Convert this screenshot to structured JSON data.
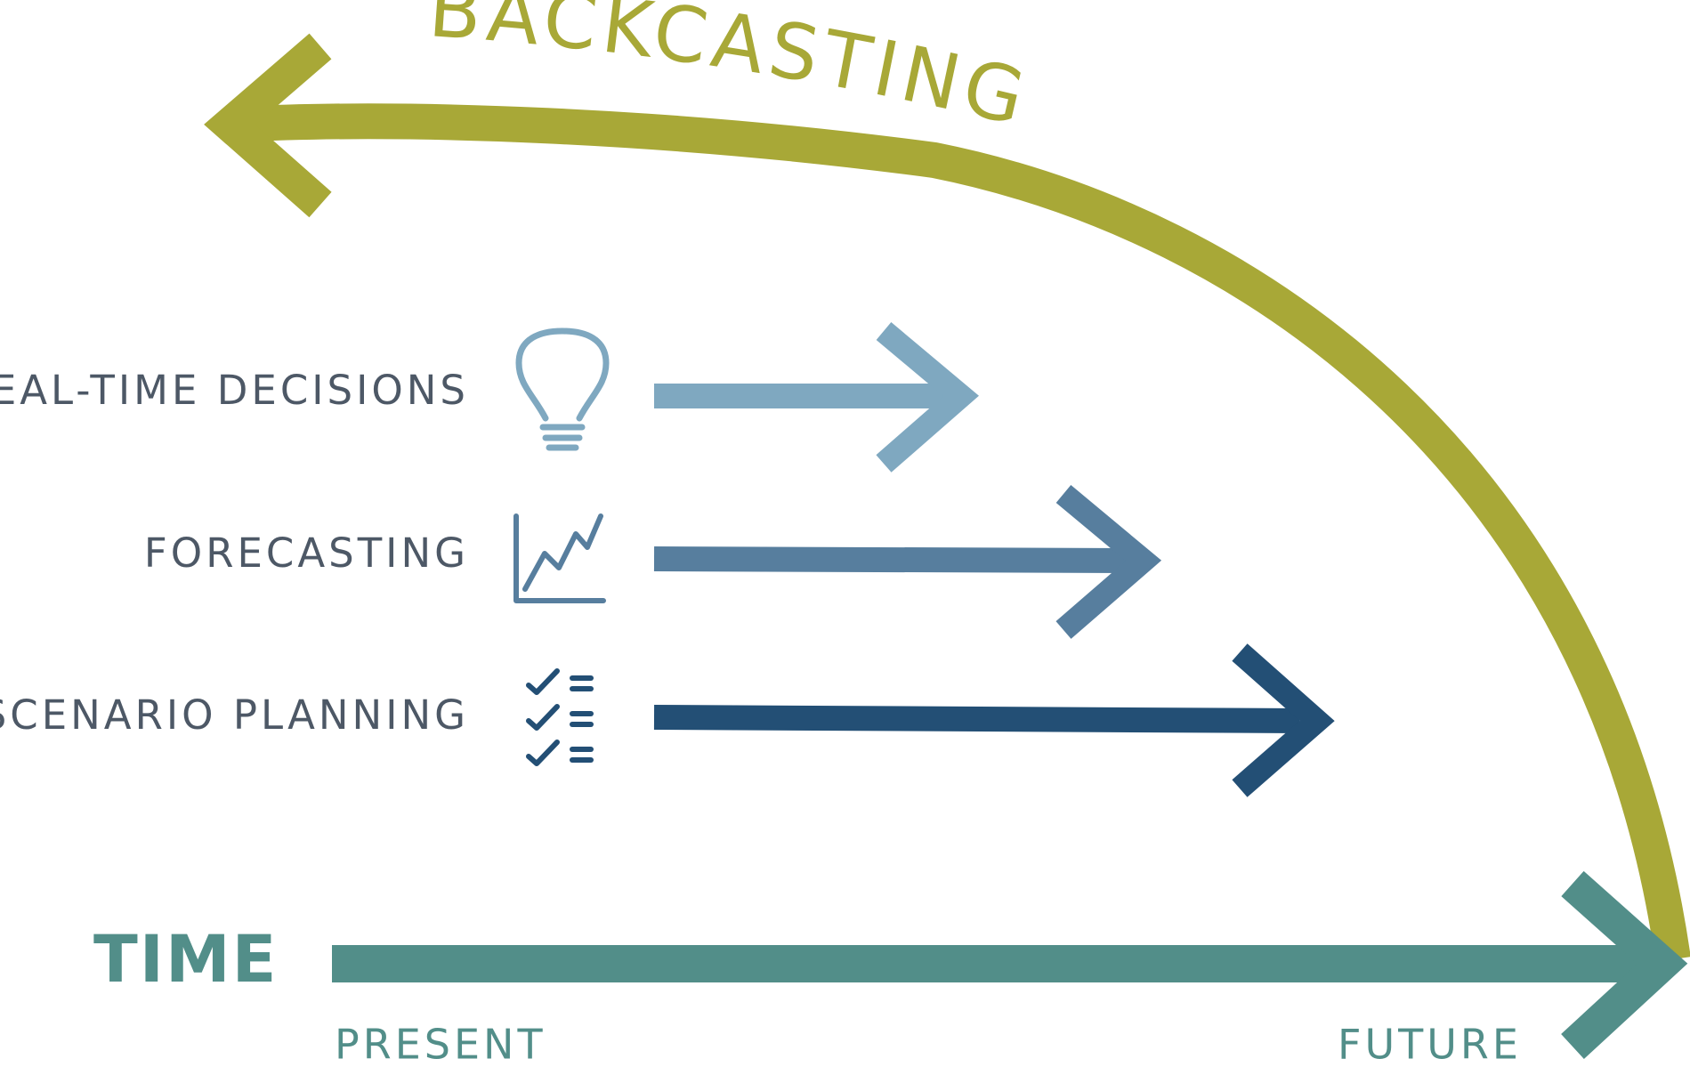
{
  "backcasting": {
    "label": "BACKCASTING",
    "color": "#A8A837"
  },
  "rows": [
    {
      "label": "REAL-TIME DECISIONS",
      "icon": "lightbulb-icon",
      "color": "#7FA8C0"
    },
    {
      "label": "FORECASTING",
      "icon": "line-chart-icon",
      "color": "#577E9E"
    },
    {
      "label": "SCENARIO PLANNING",
      "icon": "checklist-icon",
      "color": "#234F75"
    }
  ],
  "label_color": "#4D5866",
  "time_axis": {
    "label": "TIME",
    "start_label": "PRESENT",
    "end_label": "FUTURE",
    "color": "#528E89"
  }
}
